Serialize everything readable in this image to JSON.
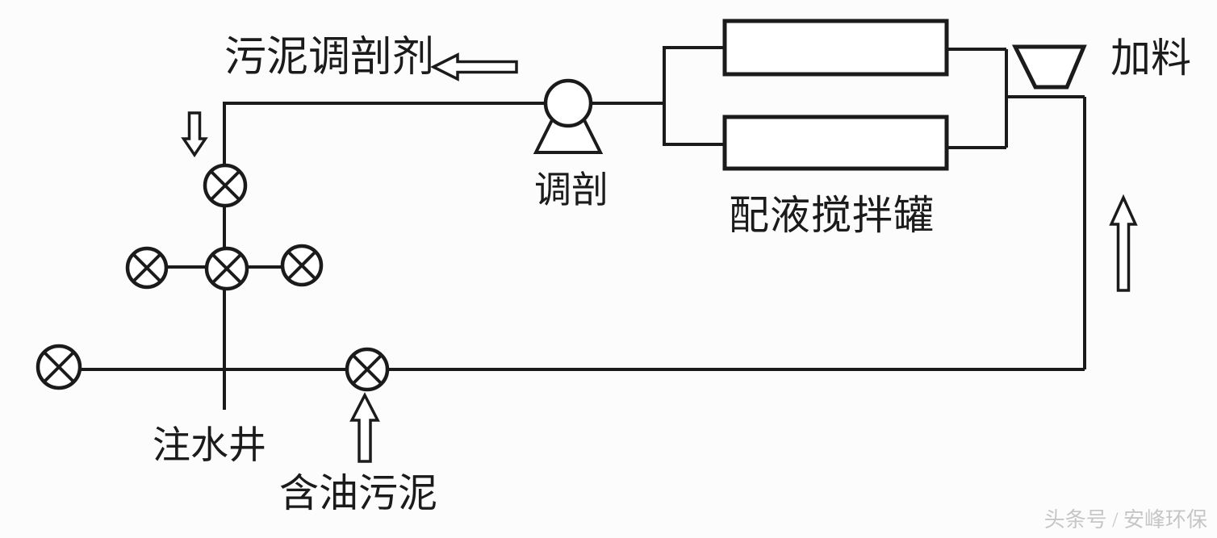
{
  "colors": {
    "ink": "#1b1b1b",
    "background": "#fcfcfc",
    "fill": "#ffffff",
    "watermark": "#c6c6c6"
  },
  "labels": {
    "sludge_agent": "污泥调剖剂",
    "pump": "调剖",
    "mixing_tank": "配液搅拌罐",
    "feed": "加料",
    "injection_well": "注水井",
    "oily_sludge": "含油污泥"
  },
  "watermark": "头条号 / 安峰环保",
  "icons": {
    "valve": "valve-icon",
    "pump": "pump-icon",
    "hopper": "feed-hopper-icon",
    "arrow_left": "flow-arrow-left-icon",
    "arrow_down": "flow-arrow-down-icon",
    "arrow_up": "flow-arrow-up-icon"
  }
}
